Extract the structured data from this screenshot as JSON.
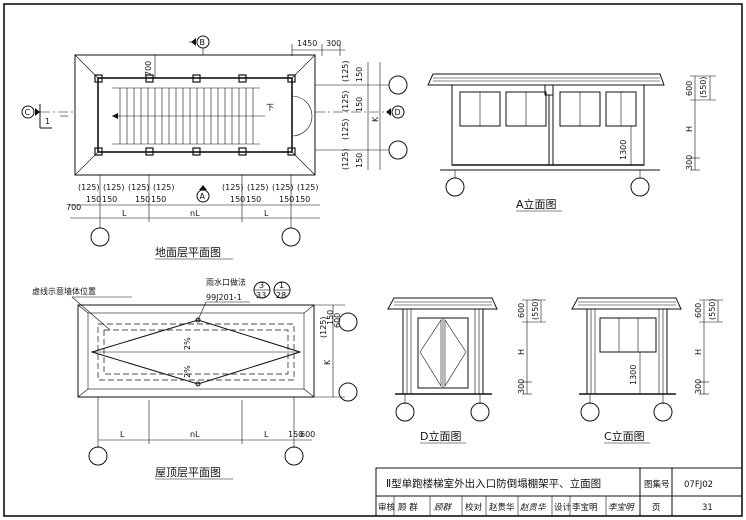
{
  "ground_plan": {
    "caption": "地面层平面图",
    "grid_B": "B",
    "grid_A": "A",
    "grid_C": "C",
    "grid_D": "D",
    "section_mark": "1",
    "down_label": "下",
    "dim_1450": "1450",
    "dim_300": "300",
    "dim_700_top": "700",
    "dim_125": "(125)",
    "dim_150": "150",
    "dim_700_left": "700",
    "dim_L": "L",
    "dim_nL": "nL",
    "dim_K": "K"
  },
  "roof_plan": {
    "caption": "屋顶层平面图",
    "note_wall": "虚线示意墙体位置",
    "note_drain": "雨水口做法",
    "ref_code": "99J201-1",
    "ref1_top": "3",
    "ref1_bottom": "33",
    "ref2_top": "1",
    "ref2_bottom": "28",
    "slope": "2%",
    "dim_125": "(125)",
    "dim_150": "150",
    "dim_600": "600",
    "dim_L": "L",
    "dim_nL": "nL",
    "dim_K": "K"
  },
  "elev_A": {
    "caption": "A立面图",
    "dim_600": "600",
    "dim_550": "(550)",
    "dim_H": "H",
    "dim_1300": "1300",
    "dim_300": "300"
  },
  "elev_D": {
    "caption": "D立面图",
    "dim_600": "600",
    "dim_550": "(550)",
    "dim_H": "H",
    "dim_300": "300"
  },
  "elev_C": {
    "caption": "C立面图",
    "dim_600": "600",
    "dim_550": "(550)",
    "dim_H": "H",
    "dim_1300": "1300",
    "dim_300": "300"
  },
  "title_block": {
    "title": "Ⅱ型单跑楼梯室外出入口防倒塌棚架平、立面图",
    "atlas_label": "图集号",
    "atlas_no": "07FJ02",
    "review_label": "审核",
    "reviewer": "顾 群",
    "check_label": "校对",
    "checker": "赵贵华",
    "design_label": "设计",
    "designer": "李宝明",
    "page_label": "页",
    "page_no": "31",
    "sig_review": "顾群",
    "sig_check": "赵贵华",
    "sig_design": "李宝明"
  }
}
